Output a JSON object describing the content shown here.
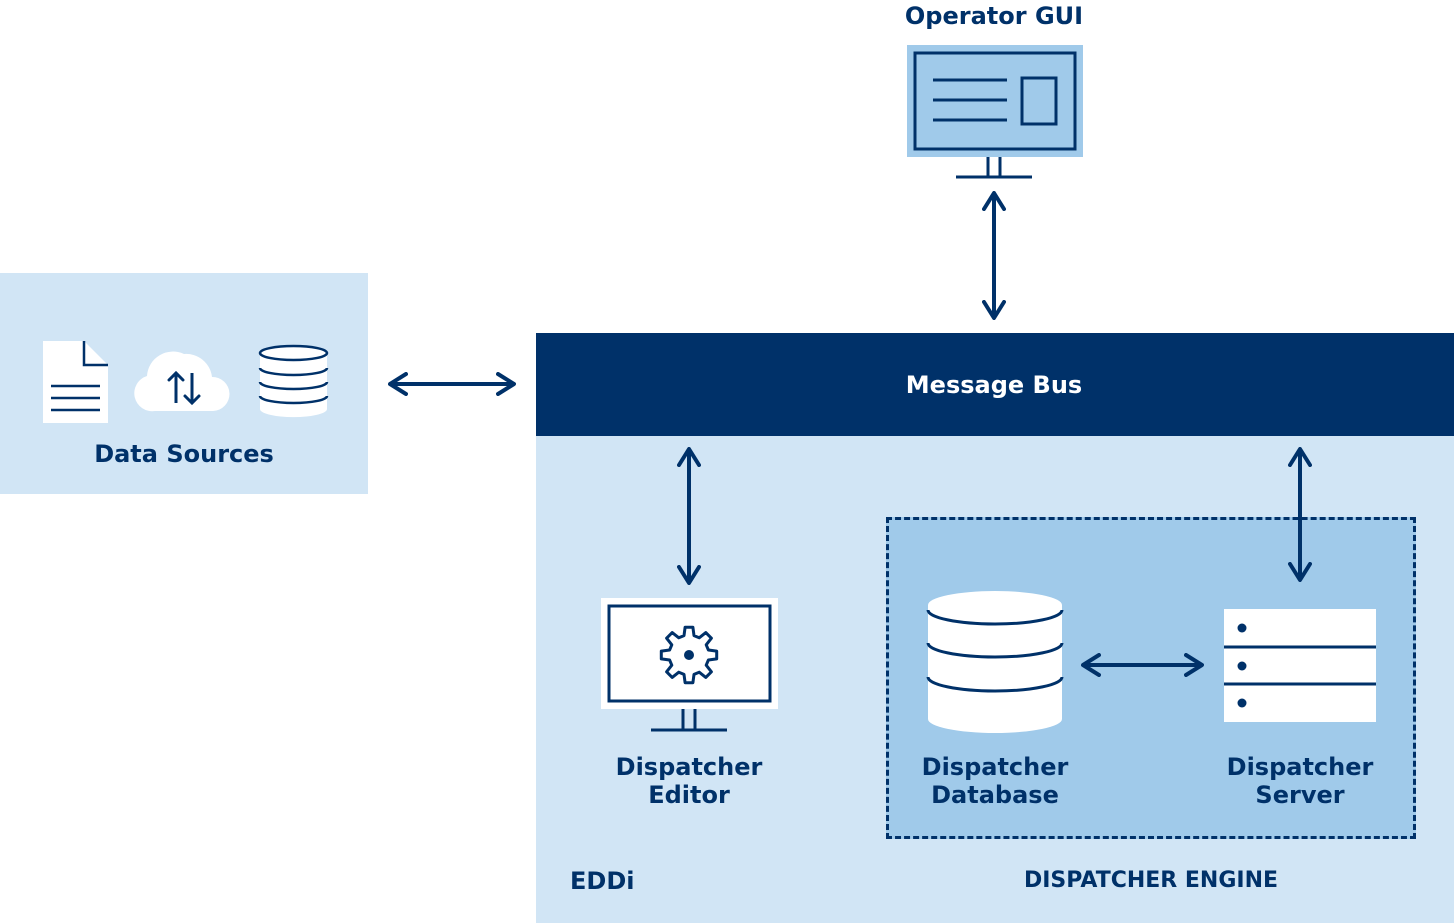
{
  "colors": {
    "navy": "#003169",
    "light_blue": "#d1e5f5",
    "mid_blue": "#a0caea",
    "white": "#ffffff"
  },
  "nodes": {
    "operator_gui": {
      "label": "Operator GUI",
      "icon": "monitor-document-icon"
    },
    "data_sources": {
      "label": "Data Sources",
      "icons": [
        "document-icon",
        "cloud-sync-icon",
        "database-icon"
      ]
    },
    "message_bus": {
      "label": "Message Bus"
    },
    "dispatcher_editor": {
      "label": "Dispatcher\nEditor",
      "icon": "monitor-gear-icon"
    },
    "dispatcher_database": {
      "label": "Dispatcher\nDatabase",
      "icon": "database-icon"
    },
    "dispatcher_server": {
      "label": "Dispatcher\nServer",
      "icon": "server-icon"
    }
  },
  "groups": {
    "eddi": {
      "label": "EDDi"
    },
    "dispatcher_engine": {
      "label": "DISPATCHER ENGINE"
    }
  },
  "edges": [
    {
      "from": "operator_gui",
      "to": "message_bus",
      "direction": "both"
    },
    {
      "from": "data_sources",
      "to": "message_bus",
      "direction": "both"
    },
    {
      "from": "message_bus",
      "to": "dispatcher_editor",
      "direction": "both"
    },
    {
      "from": "message_bus",
      "to": "dispatcher_server",
      "direction": "both"
    },
    {
      "from": "dispatcher_database",
      "to": "dispatcher_server",
      "direction": "both"
    }
  ]
}
